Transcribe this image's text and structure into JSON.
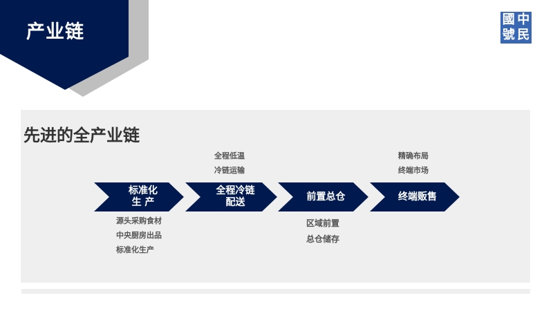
{
  "header": {
    "title": "产业链",
    "banner_color": "#001a4f",
    "shadow_color": "#bfbfbf"
  },
  "logo": {
    "chars": [
      "國",
      "中",
      "號",
      "民"
    ],
    "color": "#3a67b3"
  },
  "panel": {
    "title": "先进的全产业链",
    "background": "#efefef"
  },
  "chain": {
    "color": "#001a4f",
    "steps": [
      {
        "line1": "标准化",
        "line2": "生 产"
      },
      {
        "line1": "全程冷链",
        "line2": "配送"
      },
      {
        "line1": "前置总仓",
        "line2": ""
      },
      {
        "line1": "终端贩售",
        "line2": ""
      }
    ]
  },
  "notes": {
    "below_step1": [
      "源头采购食材",
      "中央厨房出品",
      "标准化生产"
    ],
    "above_step2": [
      "全程低温",
      "冷链运输"
    ],
    "below_step3": [
      "区域前置",
      "总仓储存"
    ],
    "above_step4": [
      "精确布局",
      "终端市场"
    ]
  }
}
